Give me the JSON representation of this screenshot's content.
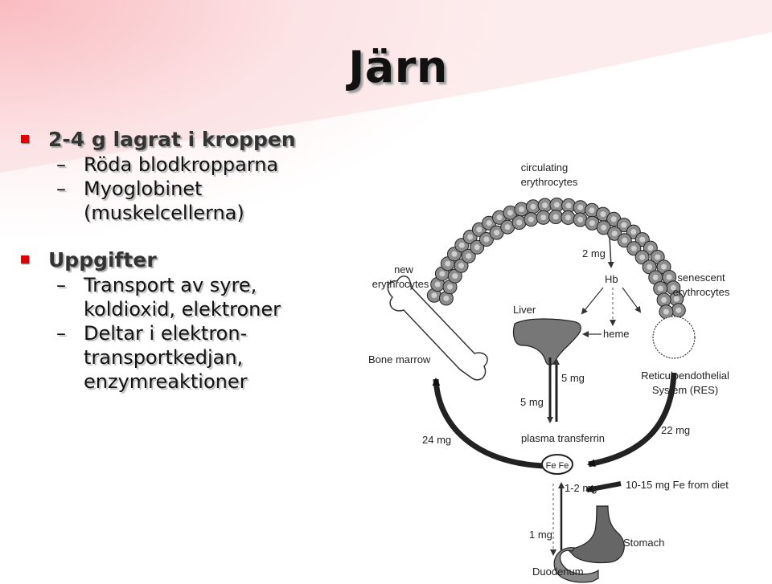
{
  "slide": {
    "title": "Järn",
    "bullets": [
      {
        "text": "2-4 g lagrat i kroppen",
        "subitems": [
          {
            "lines": [
              "Röda blodkropparna"
            ]
          },
          {
            "lines": [
              "Myoglobinet",
              "(muskelcellerna)"
            ]
          }
        ]
      },
      {
        "text": "Uppgifter",
        "subitems": [
          {
            "lines": [
              "Transport av syre,",
              "koldioxid, elektroner"
            ]
          },
          {
            "lines": [
              "Deltar i elektron-",
              "transportkedjan,",
              "enzymreaktioner"
            ]
          }
        ]
      }
    ]
  },
  "figure": {
    "circulating": [
      "circulating",
      "erythrocytes"
    ],
    "new": [
      "new",
      "erythrocytes"
    ],
    "senescent": [
      "senescent",
      "erythrocytes"
    ],
    "hb": "Hb",
    "liver": "Liver",
    "heme": "heme",
    "bone_marrow": "Bone marrow",
    "res": [
      "Reticuloendothelial",
      "System (RES)"
    ],
    "plasma_transferrin": "plasma transferrin",
    "fe_fe": "Fe  Fe",
    "stomach": "Stomach",
    "duodenum": "Duodenum",
    "diet": "10-15 mg Fe from diet",
    "flows": {
      "hb_loss": "2 mg",
      "liver_up": "5 mg",
      "liver_down": "5 mg",
      "marrow": "24 mg",
      "res": "22 mg",
      "absorb": "1-2 mg",
      "loss": "1 mg"
    }
  },
  "colors": {
    "bullet": "#e00000",
    "accent_wash": "#f47882"
  }
}
